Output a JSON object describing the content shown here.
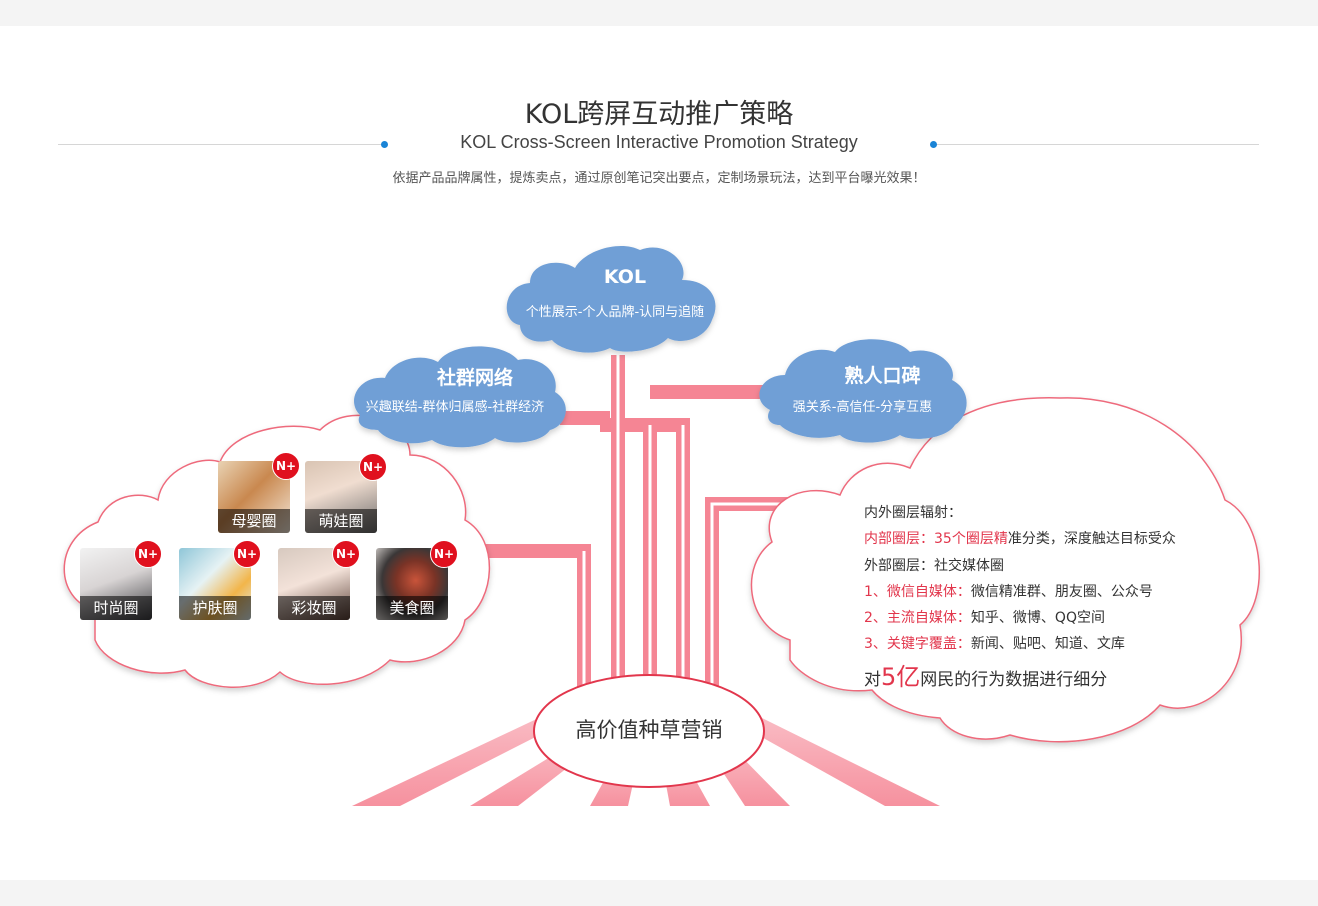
{
  "header": {
    "title": "KOL跨屏互动推广策略",
    "subtitle": "KOL Cross-Screen Interactive Promotion Strategy",
    "description": "依据产品品牌属性，提炼卖点，通过原创笔记突出要点，定制场景玩法，达到平台曝光效果！"
  },
  "clouds": {
    "kol": {
      "title": "KOL",
      "sub": "个性展示-个人品牌-认同与追随"
    },
    "community": {
      "title": "社群网络",
      "sub": "兴趣联结-群体归属感-社群经济"
    },
    "acquaintance": {
      "title": "熟人口碑",
      "sub": "强关系-高信任-分享互惠"
    }
  },
  "circles": [
    {
      "label": "母婴圈",
      "badge": "N+"
    },
    {
      "label": "萌娃圈",
      "badge": "N+"
    },
    {
      "label": "时尚圈",
      "badge": "N+"
    },
    {
      "label": "护肤圈",
      "badge": "N+"
    },
    {
      "label": "彩妆圈",
      "badge": "N+"
    },
    {
      "label": "美食圈",
      "badge": "N+"
    }
  ],
  "info": {
    "heading": "内外圈层辐射：",
    "inner_label": "内部圈层：35个圈层精",
    "inner_text": "准分类，深度触达目标受众",
    "outer_label": "外部圈层：社交媒体圈",
    "items": [
      {
        "label": "1、微信自媒体：",
        "text": "微信精准群、朋友圈、公众号"
      },
      {
        "label": "2、主流自媒体：",
        "text": "知乎、微博、QQ空间"
      },
      {
        "label": "3、关键字覆盖：",
        "text": "新闻、贴吧、知道、文库"
      }
    ],
    "final_pre": "对",
    "final_num": "5亿",
    "final_post": "网民的行为数据进行细分"
  },
  "center": {
    "label": "高价值种草营销"
  },
  "colors": {
    "accent_blue": "#1a84d6",
    "cloud_blue": "#6f9fd6",
    "tree_pink": "#f58594",
    "text_red": "#e2364c",
    "badge_red": "#e0101e"
  }
}
